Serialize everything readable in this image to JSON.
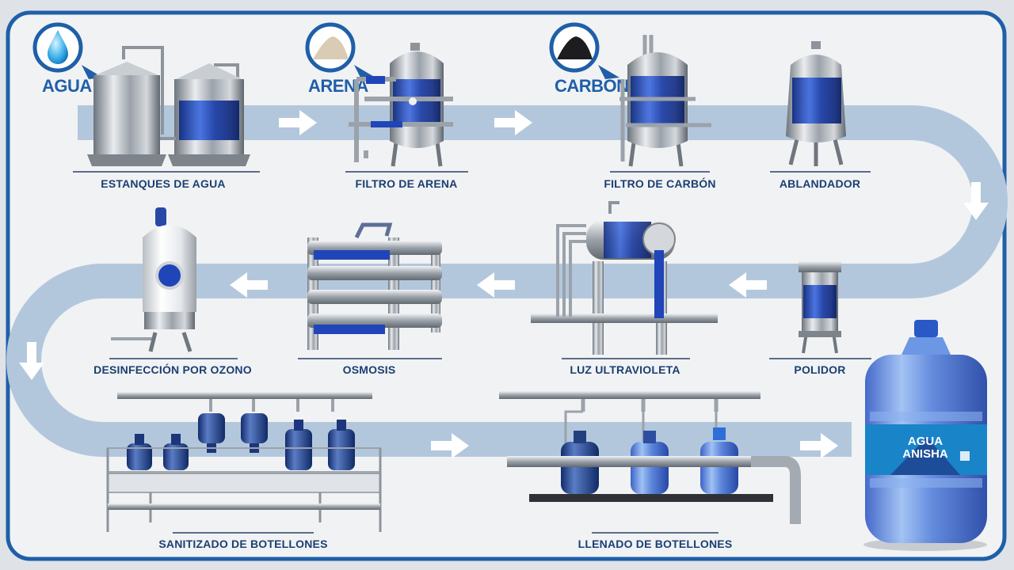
{
  "colors": {
    "frame": "#1f5fa8",
    "panel": "#f1f2f4",
    "flow_band": "#b3c7dc",
    "steel": "#a9b0b8",
    "water_blue": "#1f45b8",
    "label": "#1b3f72"
  },
  "inputs": {
    "agua": {
      "label": "AGUA",
      "icon": "water-drop-icon"
    },
    "arena": {
      "label": "ARENA",
      "icon": "sand-pile-icon"
    },
    "carbon": {
      "label": "CARBÓN",
      "icon": "coal-pile-icon"
    }
  },
  "stages": [
    {
      "id": "estanques",
      "label": "ESTANQUES DE AGUA"
    },
    {
      "id": "filtro-arena",
      "label": "FILTRO DE ARENA"
    },
    {
      "id": "filtro-carbon",
      "label": "FILTRO DE CARBÓN"
    },
    {
      "id": "ablandador",
      "label": "ABLANDADOR"
    },
    {
      "id": "polidor",
      "label": "POLIDOR"
    },
    {
      "id": "luz-uv",
      "label": "LUZ ULTRAVIOLETA"
    },
    {
      "id": "osmosis",
      "label": "OSMOSIS"
    },
    {
      "id": "ozono",
      "label": "DESINFECCIÓN POR OZONO"
    },
    {
      "id": "sanitizado",
      "label": "SANITIZADO DE BOTELLONES"
    },
    {
      "id": "llenado",
      "label": "LLENADO DE BOTELLONES"
    }
  ],
  "product": {
    "brand_line1": "AGUA",
    "brand_line2": "ANISHA"
  }
}
